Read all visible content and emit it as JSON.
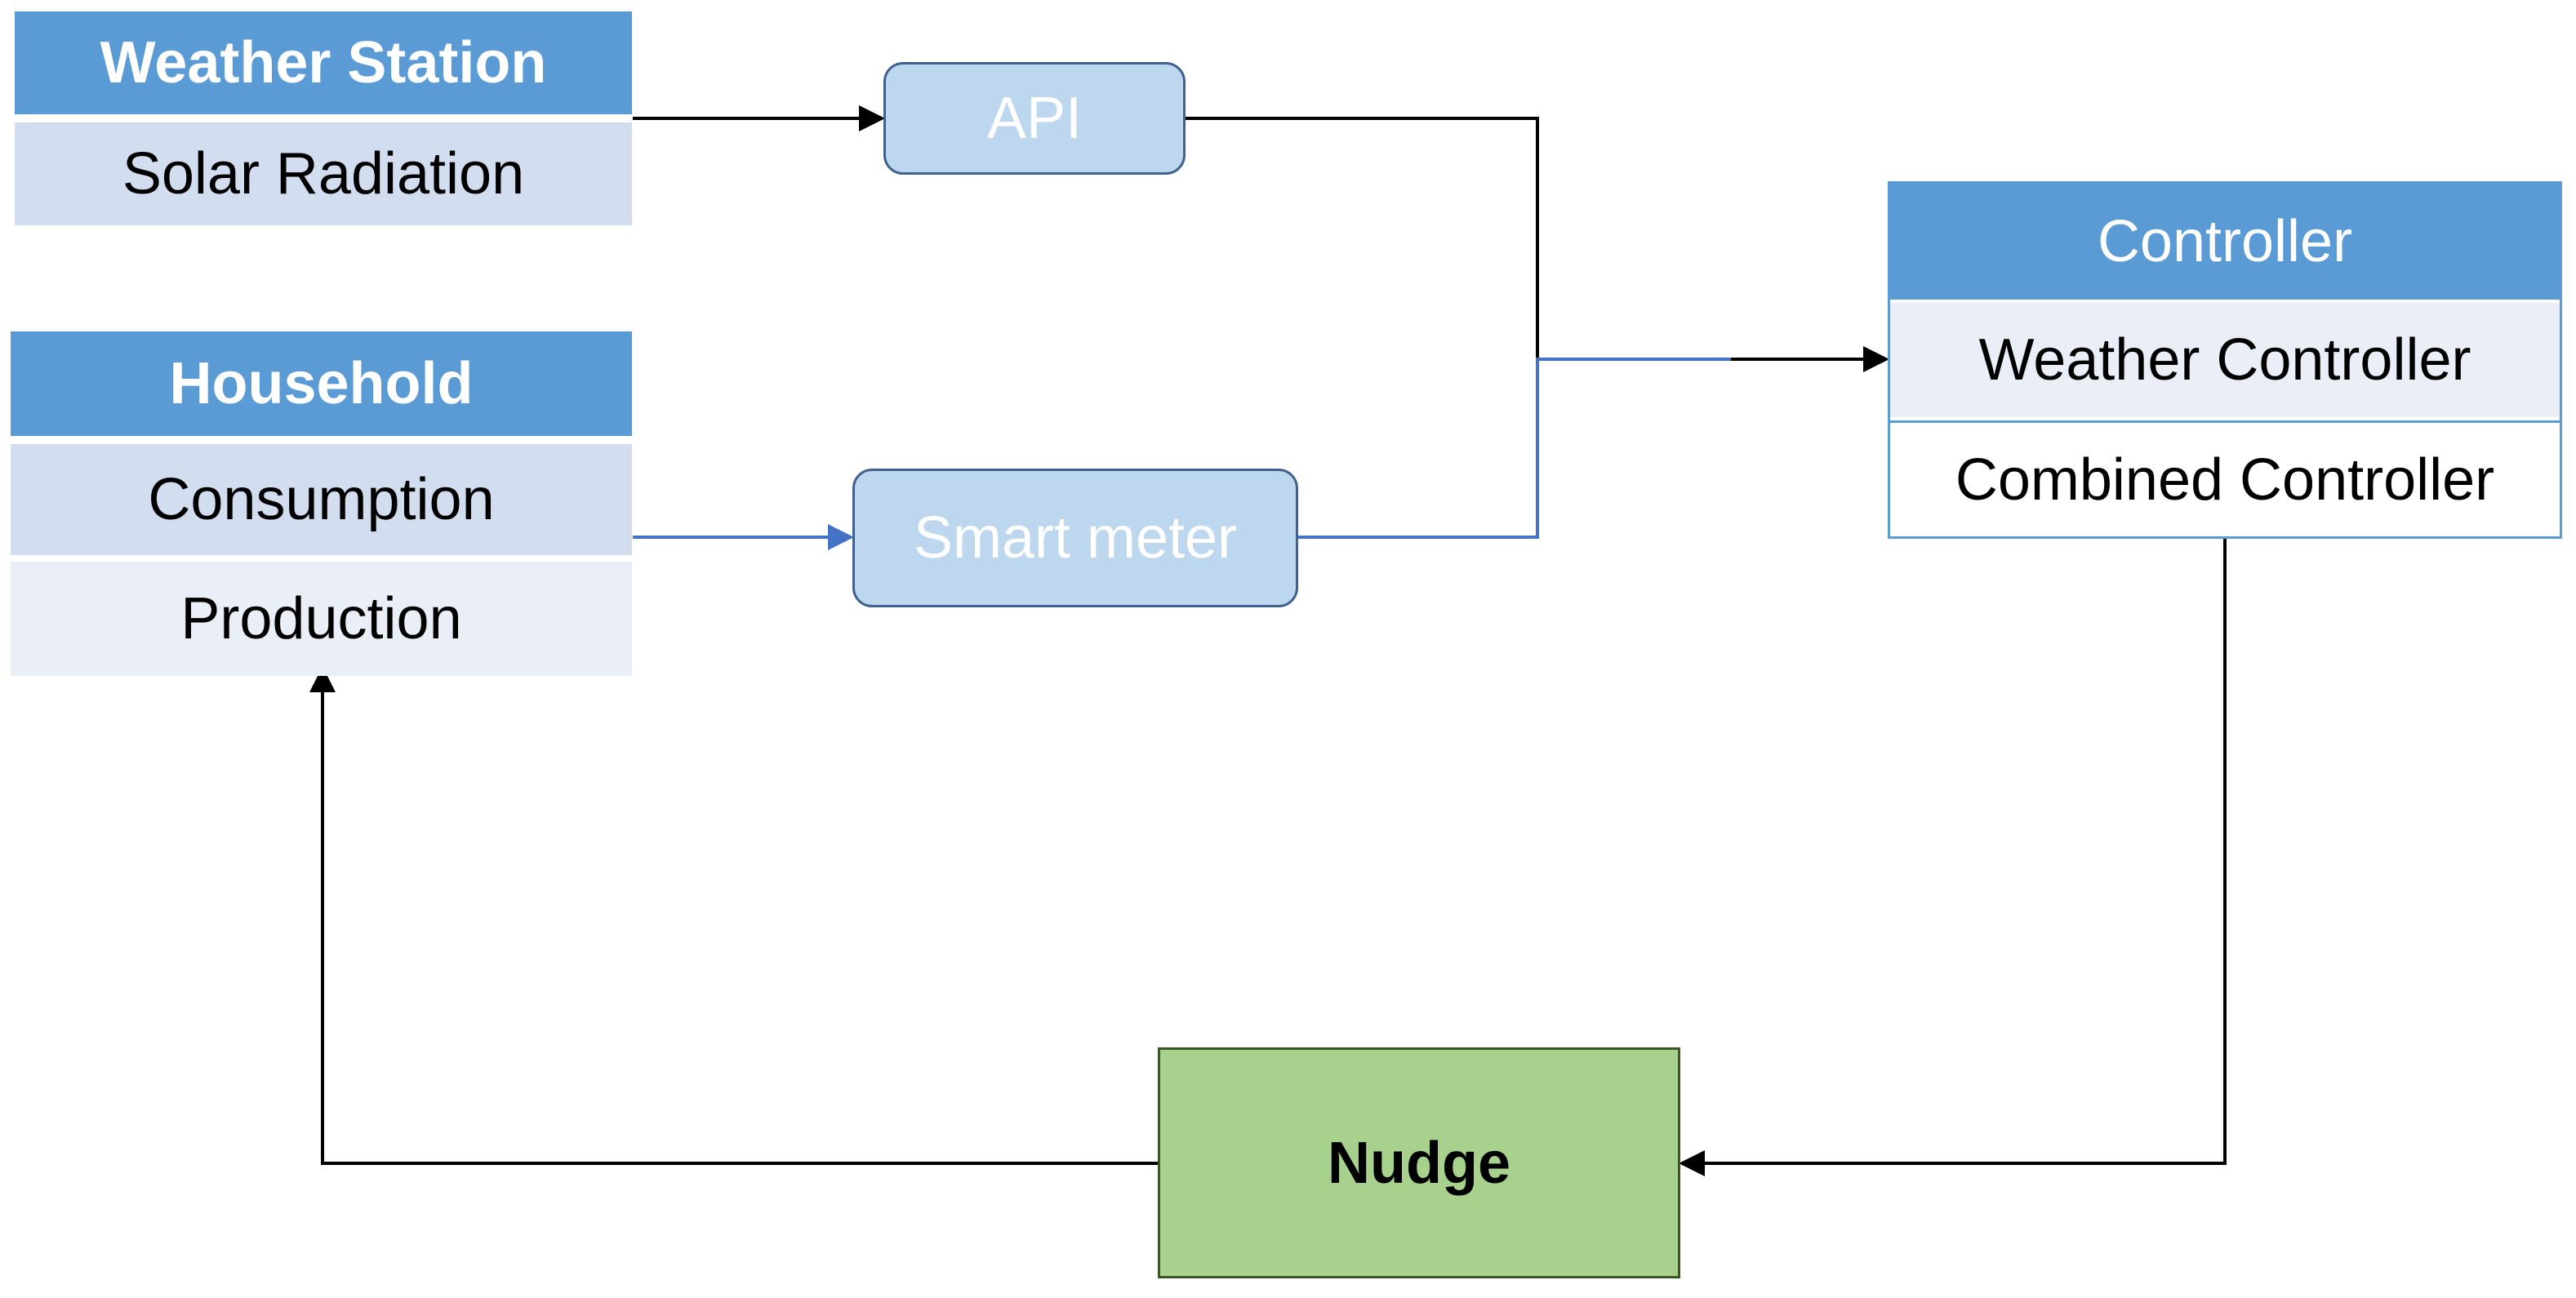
{
  "weather_station": {
    "title": "Weather Station",
    "rows": [
      "Solar Radiation"
    ]
  },
  "household": {
    "title": "Household",
    "rows": [
      "Consumption",
      "Production"
    ]
  },
  "api": {
    "label": "API"
  },
  "smart_meter": {
    "label": "Smart meter"
  },
  "controller": {
    "title": "Controller",
    "rows": [
      "Weather Controller",
      "Combined Controller"
    ]
  },
  "nudge": {
    "label": "Nudge"
  },
  "colors": {
    "header_blue": "#5b9bd5",
    "pill_fill": "#bdd7ee",
    "nudge_fill": "#a9d18e",
    "data_line_blue": "#4472c4",
    "control_line_black": "#000000"
  }
}
